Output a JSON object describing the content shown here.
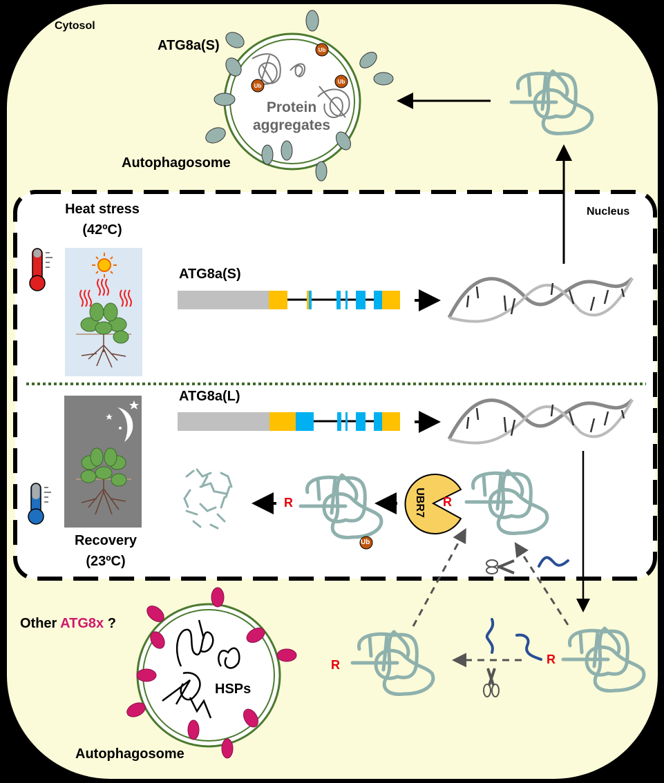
{
  "title": "Heat stress recovery autophagy model (ATG8a isoforms and UBR7)",
  "colors": {
    "cytosol_bg": "#fbfbd9",
    "nucleus_bg": "#ffffff",
    "protein_teal": "#8fb1ad",
    "atg8s_marker": "#98b3ae",
    "atg8x_marker": "#d0186b",
    "membrane_green": "#4b7a2f",
    "ub_orange": "#c0560e",
    "utr_gray": "#c0c0c0",
    "exon_yellow": "#ffc000",
    "exon_blue": "#00b0f0",
    "ubr7_fill": "#f8d060",
    "r_residue_red": "#e8000b",
    "cleaved_peptide_blue": "#2a4e96"
  },
  "compartments": {
    "cytosol_label": "Cytosol",
    "nucleus_label": "Nucleus"
  },
  "top_autophagosome": {
    "marker_label": "ATG8a(S)",
    "cargo_label_line1": "Protein",
    "cargo_label_line2": "aggregates",
    "name_label": "Autophagosome",
    "ub_tags": [
      "Ub",
      "Ub",
      "Ub"
    ]
  },
  "heat_stress": {
    "title_line1": "Heat stress",
    "title_line2": "(42ºC)",
    "gene_label": "ATG8a(S)",
    "thermometer": "thermometer-hot-icon",
    "scene_icons": [
      "sun-icon",
      "heat-waves-icon",
      "plant-icon"
    ]
  },
  "recovery": {
    "title_line1": "Recovery",
    "title_line2": "(23ºC)",
    "gene_label": "ATG8a(L)",
    "thermometer": "thermometer-cold-icon",
    "scene_icons": [
      "moon-icon",
      "star-icon",
      "plant-icon"
    ]
  },
  "ubr7_pathway": {
    "enzyme_label": "UBR7",
    "residue_label": "R",
    "ub_tag": "Ub"
  },
  "cleavage": {
    "left_residue_label": "R",
    "right_residue_label": "R",
    "tool_icon": "scissors-icon"
  },
  "bottom_autophagosome": {
    "question_prefix": "Other",
    "question_highlight": "ATG8x",
    "question_suffix": "?",
    "cargo_label": "HSPs",
    "name_label": "Autophagosome"
  }
}
